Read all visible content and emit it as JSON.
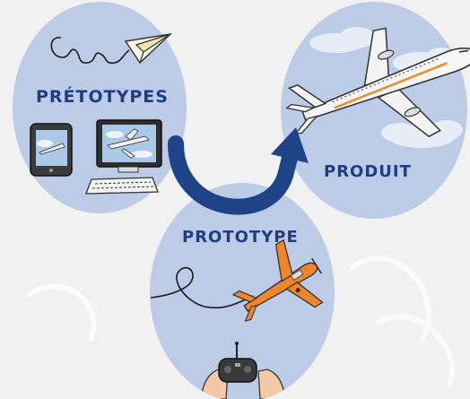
{
  "labels": {
    "pretotypes": "PRÉTOTYPES",
    "produit": "PRODUIT",
    "prototype": "PROTOTYPE"
  },
  "colors": {
    "circle_fill": "#bccbe6",
    "label_text": "#1f3e82",
    "arrow": "#1e4487",
    "accent_orange": "#f08a24",
    "background": "#f1f1f1"
  },
  "icons": [
    "squiggle-line-icon",
    "paper-plane-icon",
    "tablet-icon",
    "monitor-icon",
    "keyboard-icon",
    "airliner-icon",
    "cloud-icon",
    "small-plane-icon",
    "remote-control-icon",
    "hands-icon",
    "curved-arrow-icon"
  ]
}
